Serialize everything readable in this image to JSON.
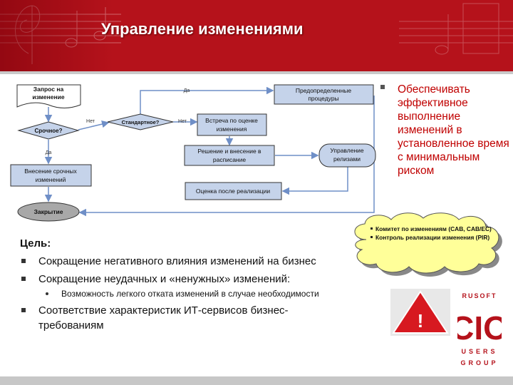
{
  "title": "Управление изменениями",
  "colors": {
    "banner": "#b5121b",
    "box_fill": "#c5d3ea",
    "box_stroke": "#4f6ea8",
    "arrow": "#6f8fc7",
    "accent_text": "#c00000",
    "cloud_fill": "#ffff99"
  },
  "flow": {
    "request": "Запрос на изменение",
    "urgent_q": "Срочное?",
    "standard_q": "Стандартное?",
    "predefined": "Предопределенные процедуры",
    "meeting": "Встреча по оценке изменения",
    "decision": "Решение и внесение в расписание",
    "release": "Управление релизами",
    "post_eval": "Оценка после реализации",
    "emergency": "Внесение срочных изменений",
    "closure": "Закрытие",
    "yes_top": "Да",
    "no_1": "Нет",
    "no_2": "Нет",
    "yes_down": "Да"
  },
  "right_bullet": "Обеспечивать эффективное выполнение изменений в установленное время с минимальным риском",
  "goal": {
    "heading": "Цель:",
    "item1": "Сокращение негативного влияния изменений на бизнес",
    "item2": "Сокращение неудачных и «ненужных» изменений:",
    "sub1": "Возможность легкого отката изменений в случае необходимости",
    "item3": "Соответствие характеристик ИТ-сервисов бизнес-требованиям"
  },
  "cloud": {
    "item1": "Комитет  по изменениям (CAB, CAB/EC)",
    "item2": "Контроль реализации изменения (PIR)"
  },
  "warning_symbol": "!",
  "logo": {
    "top": "RUSOFT",
    "main": "CIO",
    "sub1": "USERS",
    "sub2": "GROUP"
  }
}
